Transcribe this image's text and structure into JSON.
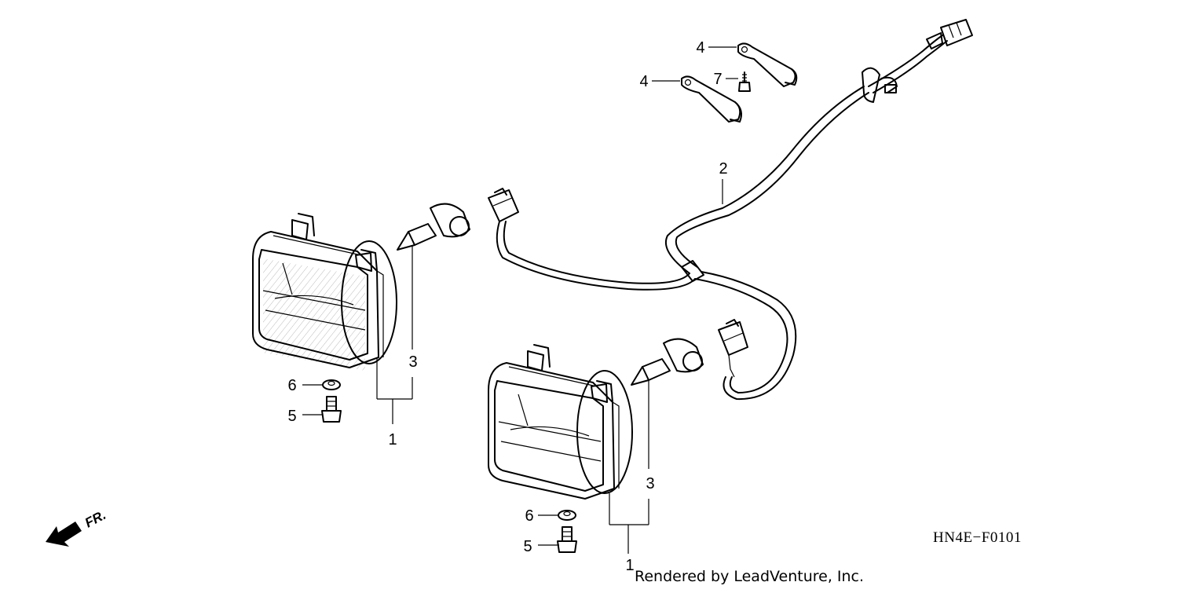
{
  "diagram": {
    "callouts": [
      {
        "id": "left-1",
        "text": "1"
      },
      {
        "id": "left-3",
        "text": "3"
      },
      {
        "id": "left-5",
        "text": "5"
      },
      {
        "id": "left-6",
        "text": "6"
      },
      {
        "id": "harness-2",
        "text": "2"
      },
      {
        "id": "upper-4a",
        "text": "4"
      },
      {
        "id": "upper-4b",
        "text": "4"
      },
      {
        "id": "upper-7",
        "text": "7"
      },
      {
        "id": "right-1",
        "text": "1"
      },
      {
        "id": "right-3",
        "text": "3"
      },
      {
        "id": "right-5",
        "text": "5"
      },
      {
        "id": "right-6",
        "text": "6"
      }
    ],
    "front_indicator": "FR.",
    "diagram_code": "HN4E−F0101",
    "rendered_by": "Rendered by LeadVenture, Inc."
  }
}
